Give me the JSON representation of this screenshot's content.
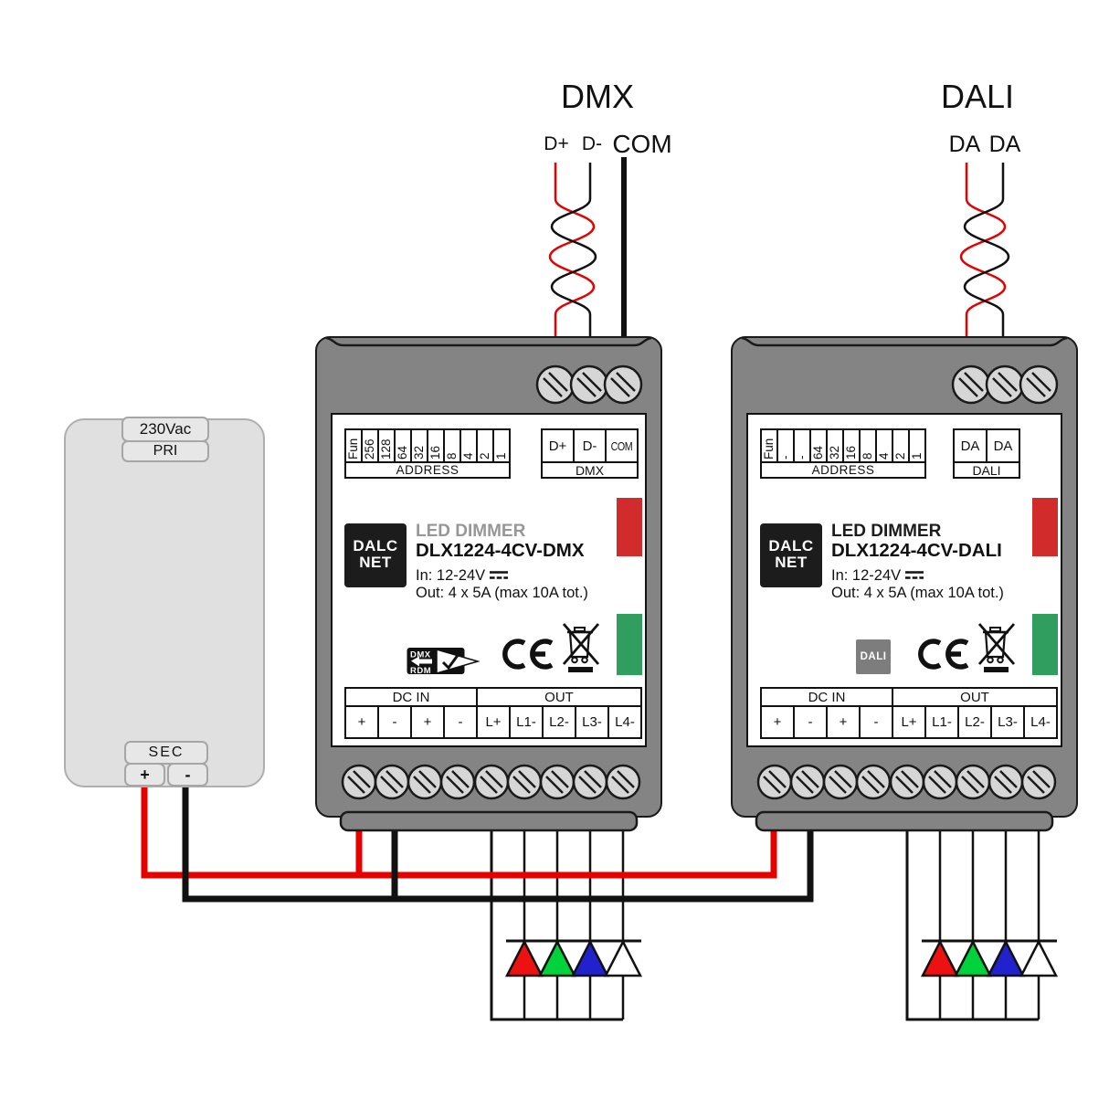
{
  "colors": {
    "wire_red": "#e60000",
    "wire_black": "#111111",
    "case_gray": "#848484",
    "psu_gray": "#e0e0e0",
    "indicator_red": "#d22b2b",
    "indicator_green": "#2f9e5f",
    "led_red": "#ee1111",
    "led_green": "#00d23c",
    "led_blue": "#2222cc",
    "led_white": "#ffffff"
  },
  "dmx_bus": {
    "title": "DMX",
    "dplus": "D+",
    "dminus": "D-",
    "com": "COM"
  },
  "dali_bus": {
    "title": "DALI",
    "da1": "DA",
    "da2": "DA"
  },
  "psu": {
    "voltage": "230Vac",
    "primary": "PRI",
    "secondary": "SEC",
    "plus": "+",
    "minus": "-"
  },
  "module_dmx": {
    "brand1": "DALC",
    "brand2": "NET",
    "product_line": "LED DIMMER",
    "model": "DLX1224-4CV-DMX",
    "input_spec": "In: 12-24V",
    "output_spec": "Out: 4 x 5A (max 10A tot.)",
    "address": {
      "label": "ADDRESS",
      "bits": [
        "Fun",
        "256",
        "128",
        "64",
        "32",
        "16",
        "8",
        "4",
        "2",
        "1"
      ]
    },
    "bus": {
      "label": "DMX",
      "terminals": [
        "D+",
        "D-",
        "COM"
      ]
    },
    "power": {
      "dcin_label": "DC IN",
      "out_label": "OUT",
      "dcin_terminals": [
        "+",
        "-",
        "+",
        "-"
      ],
      "out_terminals": [
        "L+",
        "L1-",
        "L2-",
        "L3-",
        "L4-"
      ]
    },
    "badges": {
      "dmx_rdm_top": "DMX",
      "dmx_rdm_bottom": "RDM",
      "ce": "CE"
    }
  },
  "module_dali": {
    "brand1": "DALC",
    "brand2": "NET",
    "product_line": "LED DIMMER",
    "model": "DLX1224-4CV-DALI",
    "input_spec": "In: 12-24V",
    "output_spec": "Out: 4 x 5A (max 10A tot.)",
    "address": {
      "label": "ADDRESS",
      "bits": [
        "Fun",
        "-",
        "-",
        "64",
        "32",
        "16",
        "8",
        "4",
        "2",
        "1"
      ]
    },
    "bus": {
      "label": "DALI",
      "terminals": [
        "DA",
        "DA"
      ]
    },
    "power": {
      "dcin_label": "DC IN",
      "out_label": "OUT",
      "dcin_terminals": [
        "+",
        "-",
        "+",
        "-"
      ],
      "out_terminals": [
        "L+",
        "L1-",
        "L2-",
        "L3-",
        "L4-"
      ]
    },
    "badges": {
      "dali_logo": "DALI",
      "ce": "CE"
    }
  }
}
